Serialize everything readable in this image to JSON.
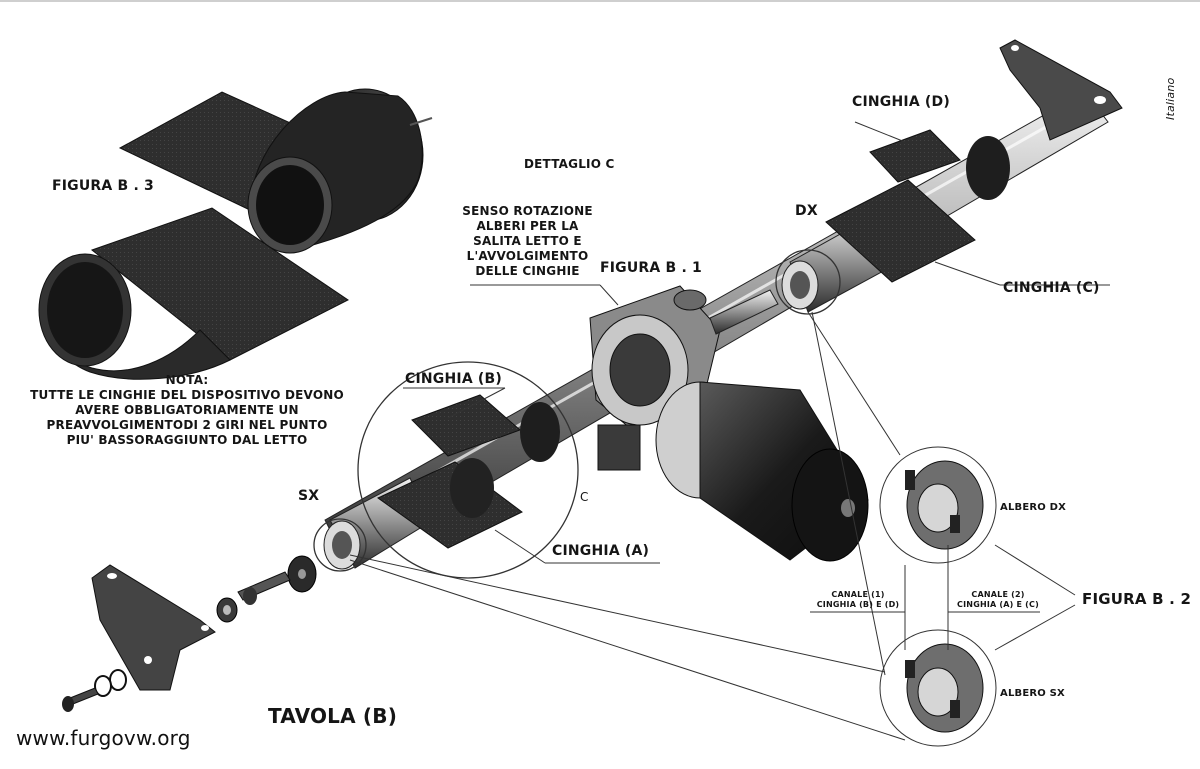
{
  "labels": {
    "figura_b3": "FIGURA B . 3",
    "dettaglio_c": "DETTAGLIO C",
    "senso_rotazione": [
      "SENSO ROTAZIONE",
      "ALBERI PER LA",
      "SALITA LETTO E",
      "L'AVVOLGIMENTO",
      "DELLE CINGHIE"
    ],
    "figura_b1": "FIGURA B . 1",
    "cinghia_d": "CINGHIA (D)",
    "cinghia_c": "CINGHIA (C)",
    "cinghia_b": "CINGHIA (B)",
    "cinghia_a": "CINGHIA (A)",
    "dx": "DX",
    "sx": "SX",
    "c": "C",
    "nota": [
      "NOTA:",
      "TUTTE LE CINGHIE DEL DISPOSITIVO DEVONO",
      "AVERE OBBLIGATORIAMENTE UN",
      "PREAVVOLGIMENTODI 2 GIRI NEL PUNTO",
      "PIU' BASSORAGGIUNTO DAL LETTO"
    ],
    "albero_dx": "ALBERO DX",
    "albero_sx": "ALBERO SX",
    "canale_1": [
      "CANALE (1)",
      "CINGHIA (B) E (D)"
    ],
    "canale_2": [
      "CANALE (2)",
      "CINGHIA (A) E (C)"
    ],
    "figura_b2": "FIGURA B . 2",
    "tavola_b": "TAVOLA (B)",
    "italiano": "Italiano",
    "watermark": "www.furgovw.org"
  },
  "colors": {
    "ink": "#151515",
    "metal_dark": "#2a2a2a",
    "metal_mid": "#7a7a7a",
    "metal_light": "#d8d8d8",
    "belt": "#3a3a3a"
  }
}
